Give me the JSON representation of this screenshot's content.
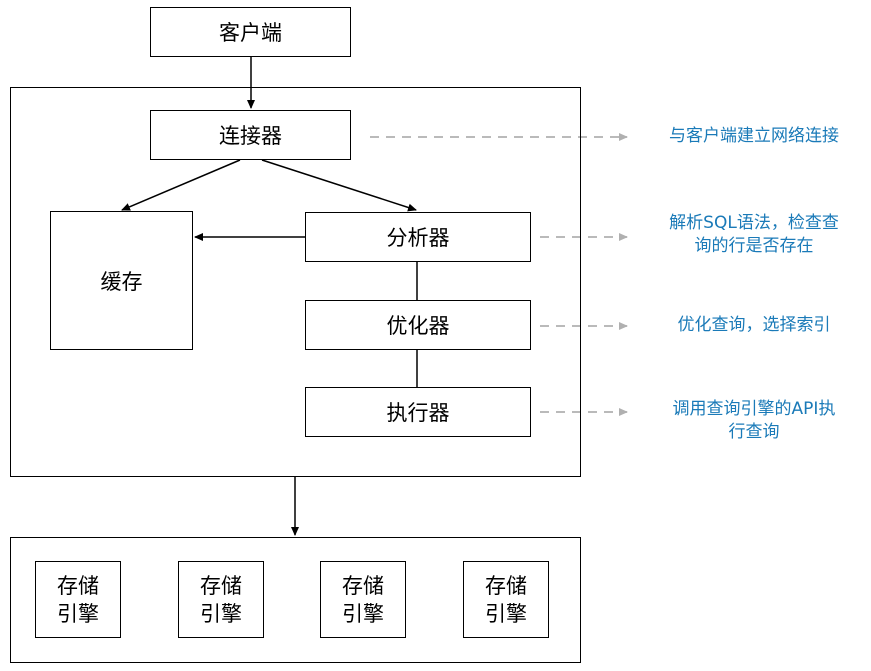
{
  "colors": {
    "stroke": "#000000",
    "annotation_text": "#1a7ab8",
    "dashed_arrow": "#b0b0b0"
  },
  "nodes": {
    "client": "客户端",
    "connector": "连接器",
    "cache": "缓存",
    "analyzer": "分析器",
    "optimizer": "优化器",
    "executor": "执行器"
  },
  "storage_engines": [
    {
      "line1": "存储",
      "line2": "引擎"
    },
    {
      "line1": "存储",
      "line2": "引擎"
    },
    {
      "line1": "存储",
      "line2": "引擎"
    },
    {
      "line1": "存储",
      "line2": "引擎"
    }
  ],
  "annotations": {
    "connector": [
      "与客户端建立网络连接"
    ],
    "analyzer": [
      "解析SQL语法，检查查",
      "询的行是否存在"
    ],
    "optimizer": [
      "优化查询，选择索引"
    ],
    "executor": [
      "调用查询引擎的API执",
      "行查询"
    ]
  }
}
